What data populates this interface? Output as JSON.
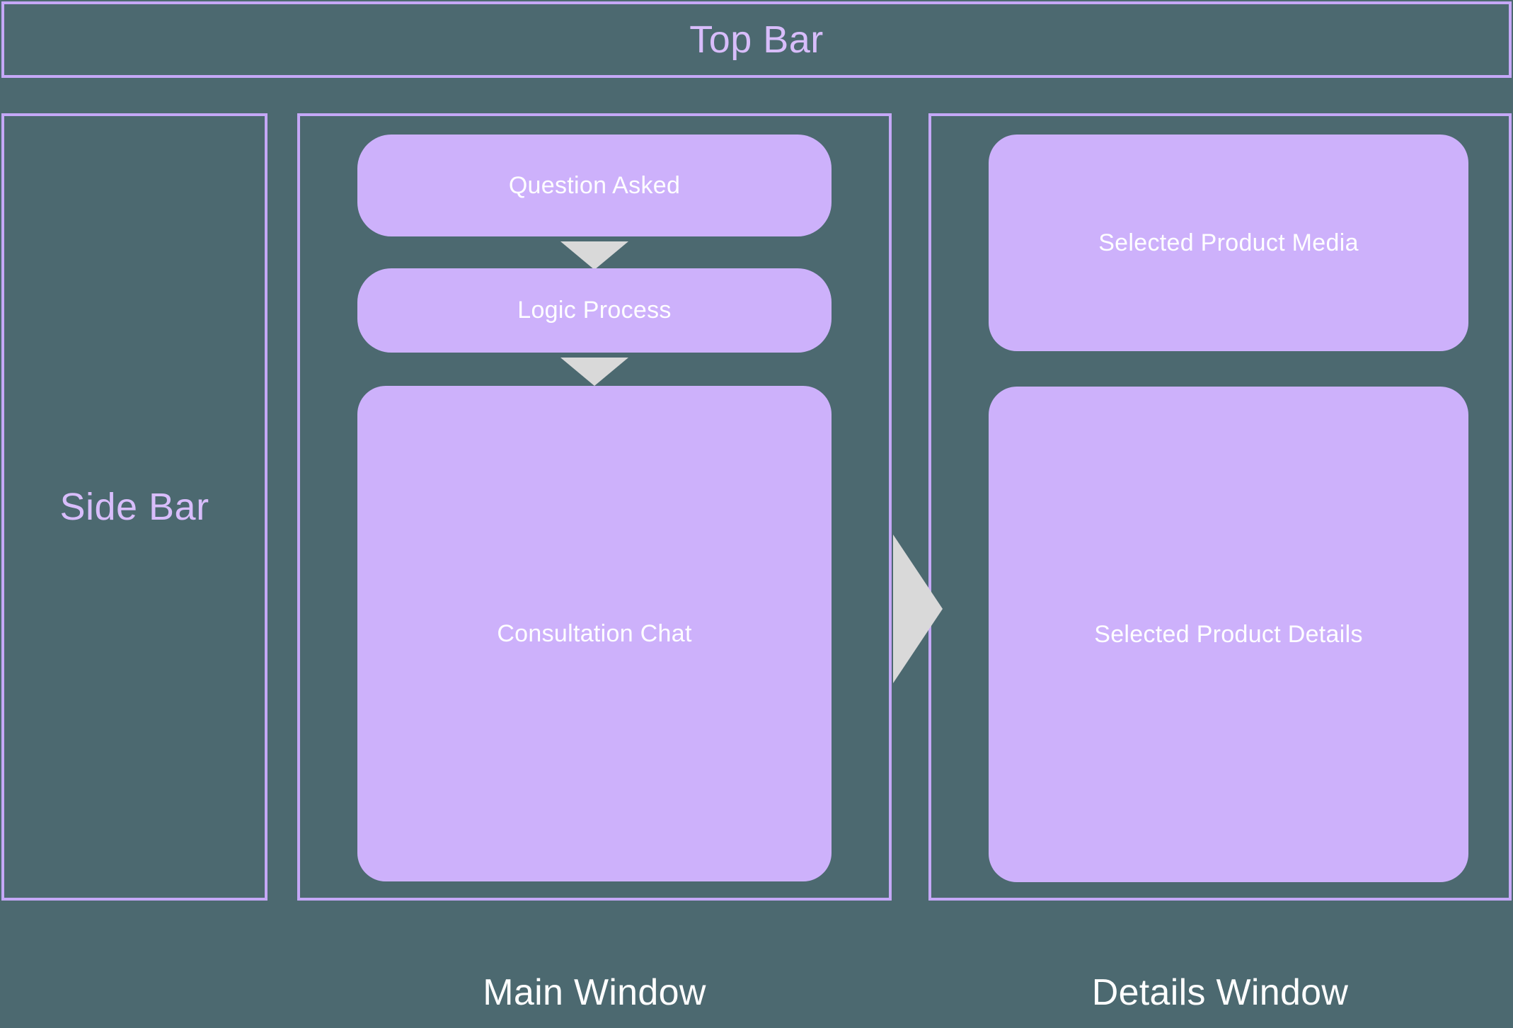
{
  "theme": {
    "background": "#4C6970",
    "panel_border": "#C5A8F7",
    "block_fill": "#CDB1FB",
    "block_text": "#FFFFFF",
    "accent_text": "#D8BDFB",
    "arrow_fill": "#D9D9D9",
    "caption_text": "#FFFFFF"
  },
  "top_bar": {
    "title": "Top Bar"
  },
  "side_bar": {
    "title": "Side Bar"
  },
  "main_window": {
    "caption": "Main Window",
    "blocks": [
      {
        "label": "Question Asked"
      },
      {
        "label": "Logic Process"
      },
      {
        "label": "Consultation Chat"
      }
    ],
    "arrows": [
      {
        "name": "down-arrow-question-to-logic",
        "direction": "down"
      },
      {
        "name": "down-arrow-logic-to-chat",
        "direction": "down"
      }
    ]
  },
  "flow_arrow": {
    "name": "right-arrow-main-to-details",
    "direction": "right"
  },
  "details_window": {
    "caption": "Details Window",
    "blocks": [
      {
        "label": "Selected Product Media"
      },
      {
        "label": "Selected Product Details"
      }
    ]
  }
}
